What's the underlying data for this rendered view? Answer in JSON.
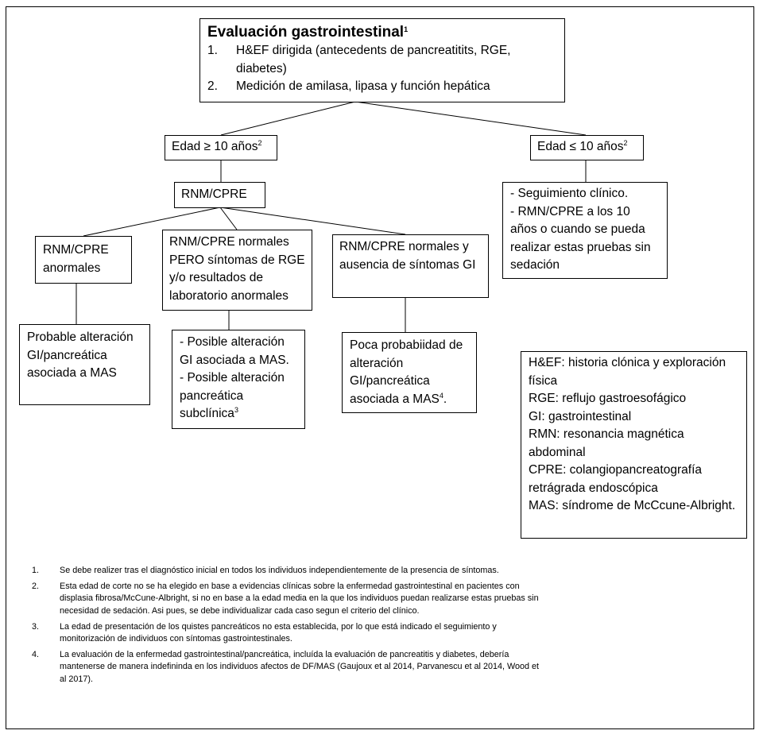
{
  "top_box": {
    "title": "Evaluación gastrointestinal",
    "title_sup": "1",
    "items": [
      {
        "num": "1.",
        "text": "H&EF dirigida (antecedents de pancreatitits, RGE, diabetes)"
      },
      {
        "num": "2.",
        "text": "Medición de amilasa, lipasa y función hepática"
      }
    ]
  },
  "age_left": {
    "text": "Edad ≥ 10 años",
    "sup": "2"
  },
  "age_right": {
    "text": "Edad ≤ 10 años",
    "sup": "2"
  },
  "rnm_cpre": {
    "text": "RNM/CPRE"
  },
  "abnormal": {
    "text": "RNM/CPRE anormales"
  },
  "normal_symptoms": {
    "text": "RNM/CPRE normales PERO síntomas de RGE y/o resultados de laboratorio anormales"
  },
  "normal_no_symptoms": {
    "text": "RNM/CPRE normales y ausencia de síntomas GI"
  },
  "followup": {
    "line1": "- Seguimiento clínico.",
    "line2": "- RMN/CPRE a los 10 años o cuando se pueda realizar estas pruebas sin sedación"
  },
  "probable": {
    "text": "Probable alteración GI/pancreática asociada a MAS"
  },
  "posible": {
    "line1": "- Posible alteración GI asociada a MAS.",
    "line2": "- Posible alteración pancreática subclínica",
    "line2_sup": "3"
  },
  "poca": {
    "text": "Poca probabiidad de alteración GI/pancreática asociada a MAS",
    "sup": "4",
    "tail": "."
  },
  "glossary": [
    "H&EF: historia clónica y exploración física",
    "RGE: reflujo gastroesofágico",
    "GI: gastrointestinal",
    "RMN: resonancia magnética abdominal",
    "CPRE: colangiopancreatografía retrágrada endoscópica",
    "MAS: síndrome de McCcune-Albright."
  ],
  "footnotes": [
    {
      "num": "1.",
      "text": "Se debe realizer tras el diagnóstico inicial en todos los individuos independientemente de la presencia de síntomas."
    },
    {
      "num": "2.",
      "text": "Esta edad de corte no se ha elegido en base a evidencias clínicas sobre la enfermedad gastrointestinal en pacientes con displasia fibrosa/McCune-Albright, si no en base a la edad media en la que los individuos puedan realizarse estas pruebas sin necesidad de sedación. Asi pues, se debe individualizar cada caso segun el criterio del clínico."
    },
    {
      "num": "3.",
      "text": "La edad de presentación de los quistes pancreáticos no esta establecida, por lo que está indicado el seguimiento y monitorización de individuos con síntomas gastrointestinales."
    },
    {
      "num": "4.",
      "text": "La evaluación de la enfermedad gastrointestinal/pancreática, incluída la evaluación de pancreatitis y diabetes,  debería mantenerse de manera indefininda en los individuos afectos de DF/MAS (Gaujoux et al 2014,  Parvanescu et al 2014, Wood et al 2017)."
    }
  ]
}
